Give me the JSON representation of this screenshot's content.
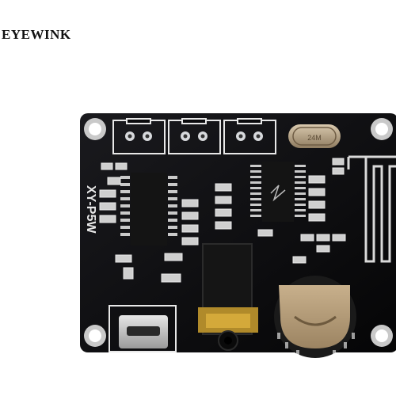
{
  "brand": {
    "text": "EYEWINK"
  },
  "board": {
    "silkscreen_label": "XY-P5W",
    "color": "#0b0b0d",
    "silkscreen_color": "#e8e8e8",
    "pad_color": "#d7d9dc",
    "crystal_label": "24M",
    "chip_color": "#141414",
    "potentiometer_color": "#b8a07e"
  }
}
